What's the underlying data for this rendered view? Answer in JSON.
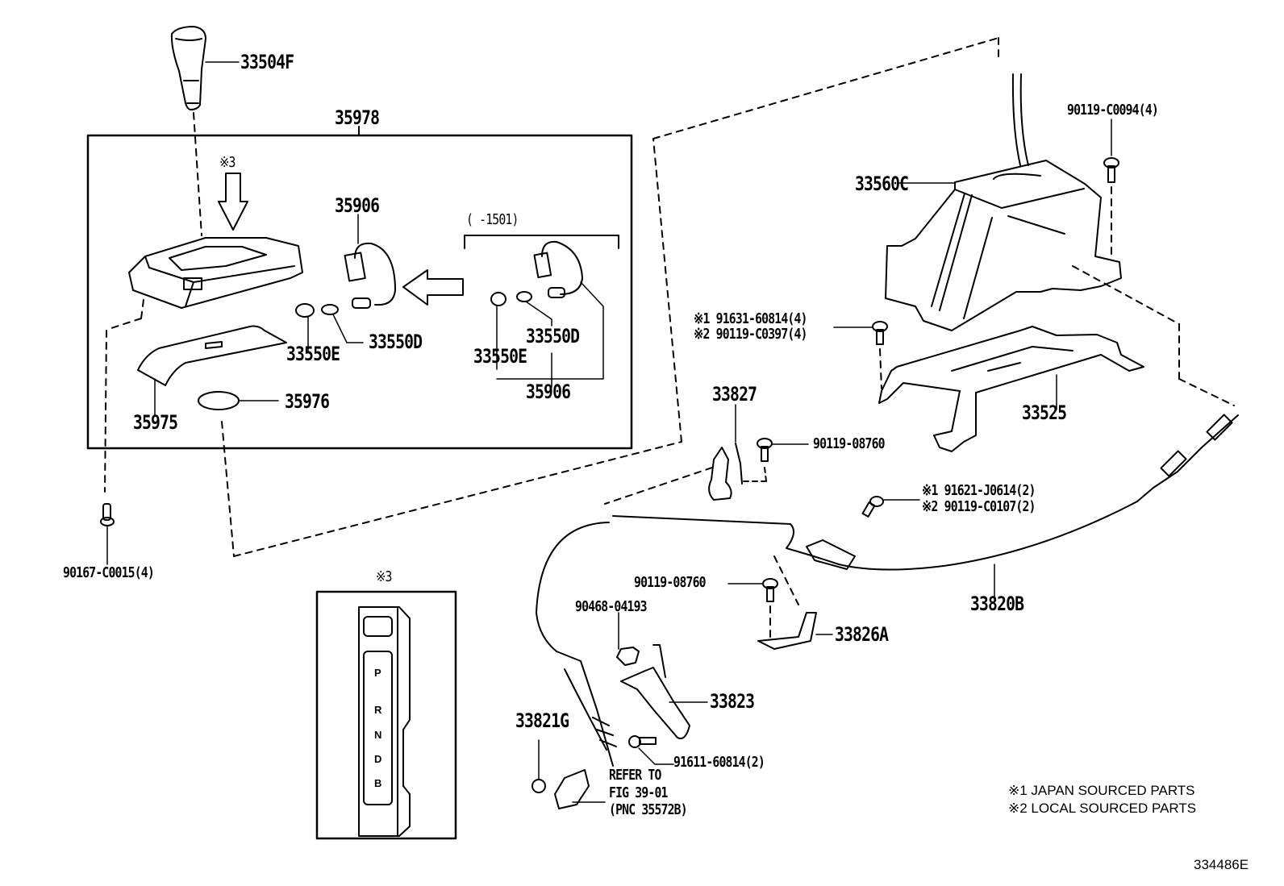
{
  "diagram": {
    "figure_id": "334486E",
    "legend": {
      "note1": "※1 JAPAN SOURCED PARTS",
      "note2": "※2 LOCAL SOURCED PARTS"
    },
    "callouts": {
      "knob": "33504F",
      "console_assy": "35978",
      "ref3_arrow": "※3",
      "wire_harness": "35906",
      "range_note": "(      -1501)",
      "wire_harness_alt": "35906",
      "bulb_e": "33550E",
      "bulb_d": "33550D",
      "bulb_e_alt": "33550E",
      "bulb_d_alt": "33550D",
      "cover": "35975",
      "plate": "35976",
      "screw_left": "90167-C0015(4)",
      "shift_lever_assy": "33560C",
      "bolt_top_right": "90119-C0094(4)",
      "bolt_bracket_1": "※1 91631-60814(4)",
      "bolt_bracket_2": "※2 90119-C0397(4)",
      "retainer": "33525",
      "clamp": "33827",
      "bolt_clamp": "90119-08760",
      "bolt_cable_1": "※1 91621-J0614(2)",
      "bolt_cable_2": "※2 90119-C0107(2)",
      "bolt_lower": "90119-08760",
      "clip": "90468-04193",
      "clamp_lower": "33826A",
      "control_cable": "33820B",
      "bracket": "33823",
      "nut": "33821G",
      "bolt_bracket_lower": "91611-60814(2)",
      "refer_line1": "REFER TO",
      "refer_line2": "FIG 39-01",
      "refer_line3": "(PNC 35572B)",
      "indicator_ref": "※3"
    },
    "shift_positions": [
      "P",
      "R",
      "N",
      "D",
      "B"
    ]
  }
}
